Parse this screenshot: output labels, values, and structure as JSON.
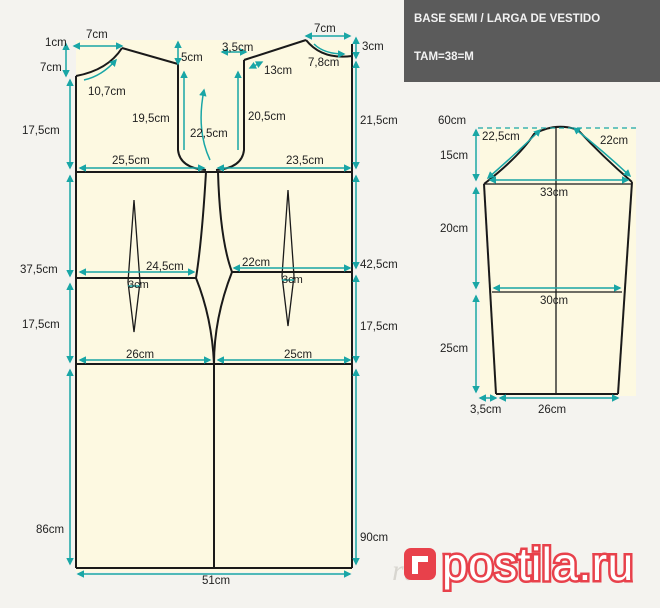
{
  "header": {
    "title": "BASE SEMI / LARGA DE VESTIDO",
    "size": "TAM=38=M"
  },
  "bodice": {
    "top_left_1cm": "1cm",
    "top_left_7cm": "7cm",
    "left_7cm": "7cm",
    "neck_curve": "10,7cm",
    "shoulder_5cm": "5cm",
    "center_3_5cm": "3,5cm",
    "top_right_7cm": "7cm",
    "right_3cm": "3cm",
    "right_13cm": "13cm",
    "right_7_8cm": "7,8cm",
    "left_17_5cm": "17,5cm",
    "armhole_left": "19,5cm",
    "center_front": "22,5cm",
    "armhole_right": "20,5cm",
    "right_21_5cm": "21,5cm",
    "chest_left": "25,5cm",
    "chest_right": "23,5cm",
    "left_37_5cm": "37,5cm",
    "waist_left": "24,5cm",
    "waist_right": "22cm",
    "right_42_5cm": "42,5cm",
    "dart_left": "3cm",
    "dart_right": "3cm",
    "left_17_5cm_b": "17,5cm",
    "right_17_5cm": "17,5cm",
    "hip_left": "26cm",
    "hip_right": "25cm",
    "left_86cm": "86cm",
    "right_90cm": "90cm",
    "hem_width": "51cm"
  },
  "sleeve": {
    "top_60cm": "60cm",
    "cap_left": "22,5cm",
    "cap_right": "22cm",
    "cap_height": "15cm",
    "width_top": "33cm",
    "len_20cm": "20cm",
    "width_mid": "30cm",
    "len_25cm": "25cm",
    "bottom_3_5cm": "3,5cm",
    "bottom_width": "26cm"
  },
  "watermark": {
    "brand": "postila.ru",
    "site_text": "ru"
  },
  "colors": {
    "paper": "#fdf9e1",
    "outline": "#1a1a1a",
    "measure": "#19a6a6",
    "header_bg": "#5b5b5b",
    "brand_red": "#e8414b"
  }
}
